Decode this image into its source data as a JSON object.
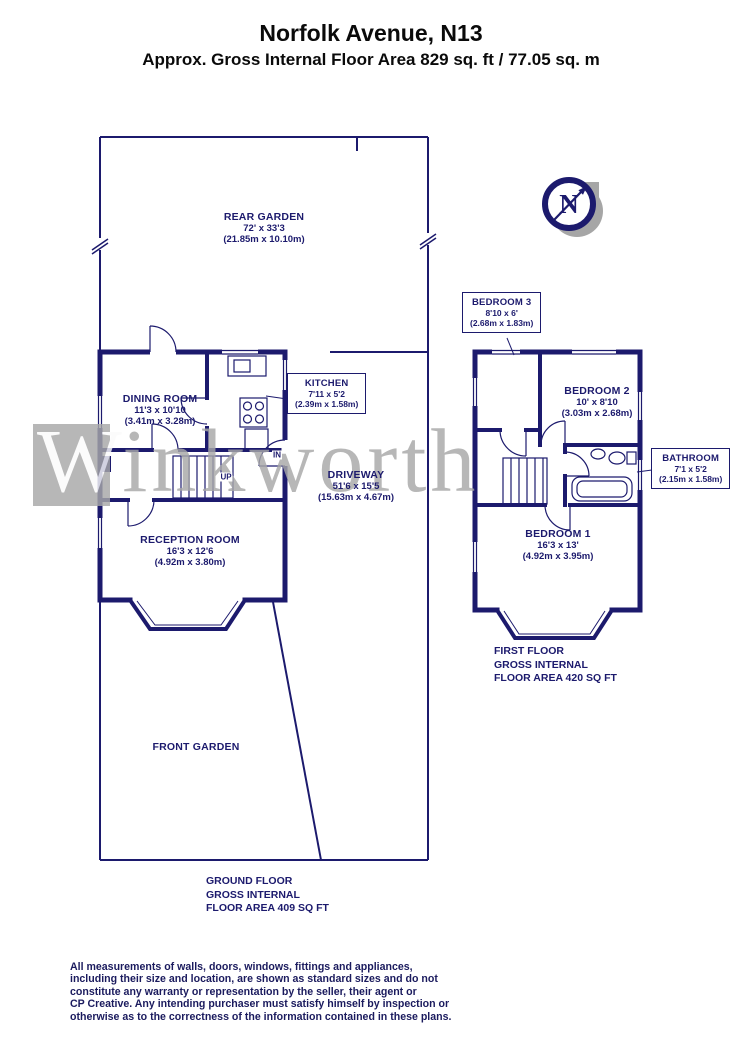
{
  "header": {
    "title": "Norfolk Avenue, N13",
    "subtitle": "Approx. Gross Internal Floor Area 829 sq. ft / 77.05 sq. m"
  },
  "compass": {
    "letter": "N"
  },
  "watermark": {
    "first_letter": "W",
    "rest": "inkworth"
  },
  "ground_floor": {
    "rear_garden": {
      "name": "REAR GARDEN",
      "size": "72' x 33'3",
      "metric": "(21.85m x 10.10m)"
    },
    "dining_room": {
      "name": "DINING ROOM",
      "size": "11'3 x 10'10",
      "metric": "(3.41m x 3.28m)"
    },
    "kitchen": {
      "name": "KITCHEN",
      "size": "7'11 x 5'2",
      "metric": "(2.39m x 1.58m)"
    },
    "driveway": {
      "name": "DRIVEWAY",
      "size": "51'6 x 15'5",
      "metric": "(15.63m x 4.67m)"
    },
    "reception_room": {
      "name": "RECEPTION ROOM",
      "size": "16'3 x 12'6",
      "metric": "(4.92m x 3.80m)"
    },
    "front_garden": {
      "name": "FRONT GARDEN"
    },
    "stairs_label": "UP",
    "entrance_label": "IN",
    "area": {
      "line1": "GROUND FLOOR",
      "line2": "GROSS INTERNAL",
      "line3": "FLOOR AREA 409 SQ FT"
    }
  },
  "first_floor": {
    "bedroom_3": {
      "name": "BEDROOM 3",
      "size": "8'10 x 6'",
      "metric": "(2.68m x 1.83m)"
    },
    "bedroom_2": {
      "name": "BEDROOM 2",
      "size": "10' x 8'10",
      "metric": "(3.03m x 2.68m)"
    },
    "bathroom": {
      "name": "BATHROOM",
      "size": "7'1 x 5'2",
      "metric": "(2.15m x 1.58m)"
    },
    "bedroom_1": {
      "name": "BEDROOM 1",
      "size": "16'3 x 13'",
      "metric": "(4.92m x 3.95m)"
    },
    "area": {
      "line1": "FIRST FLOOR",
      "line2": "GROSS INTERNAL",
      "line3": "FLOOR AREA 420 SQ FT"
    }
  },
  "footer": {
    "lines": [
      "All measurements of walls, doors, windows, fittings and appliances,",
      "including their size and location, are shown as standard sizes and do not",
      "constitute any warranty or representation by the seller, their agent or",
      "CP Creative. Any intending purchaser must satisfy himself by inspection or",
      "otherwise as to the correctness of the information contained in these plans."
    ]
  },
  "colors": {
    "wall_navy": "#1c1a6d",
    "watermark_gray": "#a8a8a8",
    "shadow_gray": "#a6a6a6",
    "title_black": "#0a0a0a"
  }
}
